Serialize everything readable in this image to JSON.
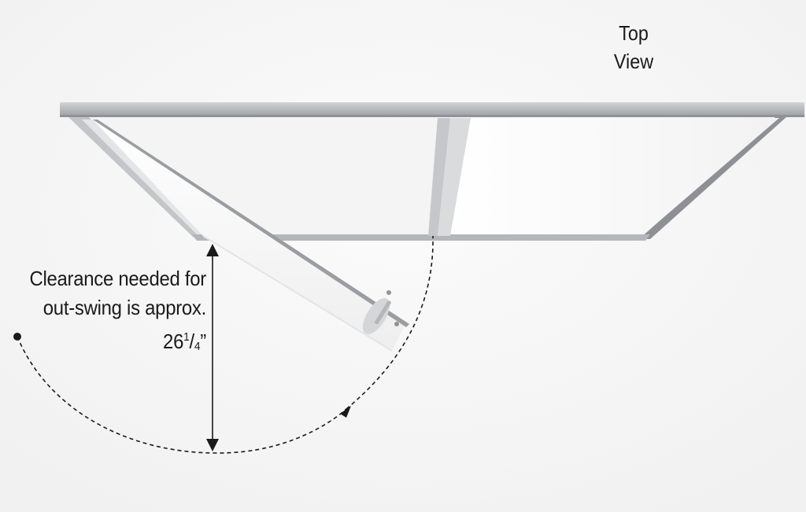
{
  "view_label": {
    "line1": "Top",
    "line2": "View"
  },
  "clearance_note": {
    "line1": "Clearance needed for",
    "line2": "out-swing is approx.",
    "measure_whole": "26",
    "measure_numerator": "1",
    "measure_slash": "/",
    "measure_denominator": "4",
    "measure_unit": "”"
  },
  "colors": {
    "background": "#f7f7f7",
    "frame": "#b9bcc0",
    "glass": "#ffffff",
    "dashed_arc": "#1a1a1a",
    "text": "#1a1a1a"
  }
}
